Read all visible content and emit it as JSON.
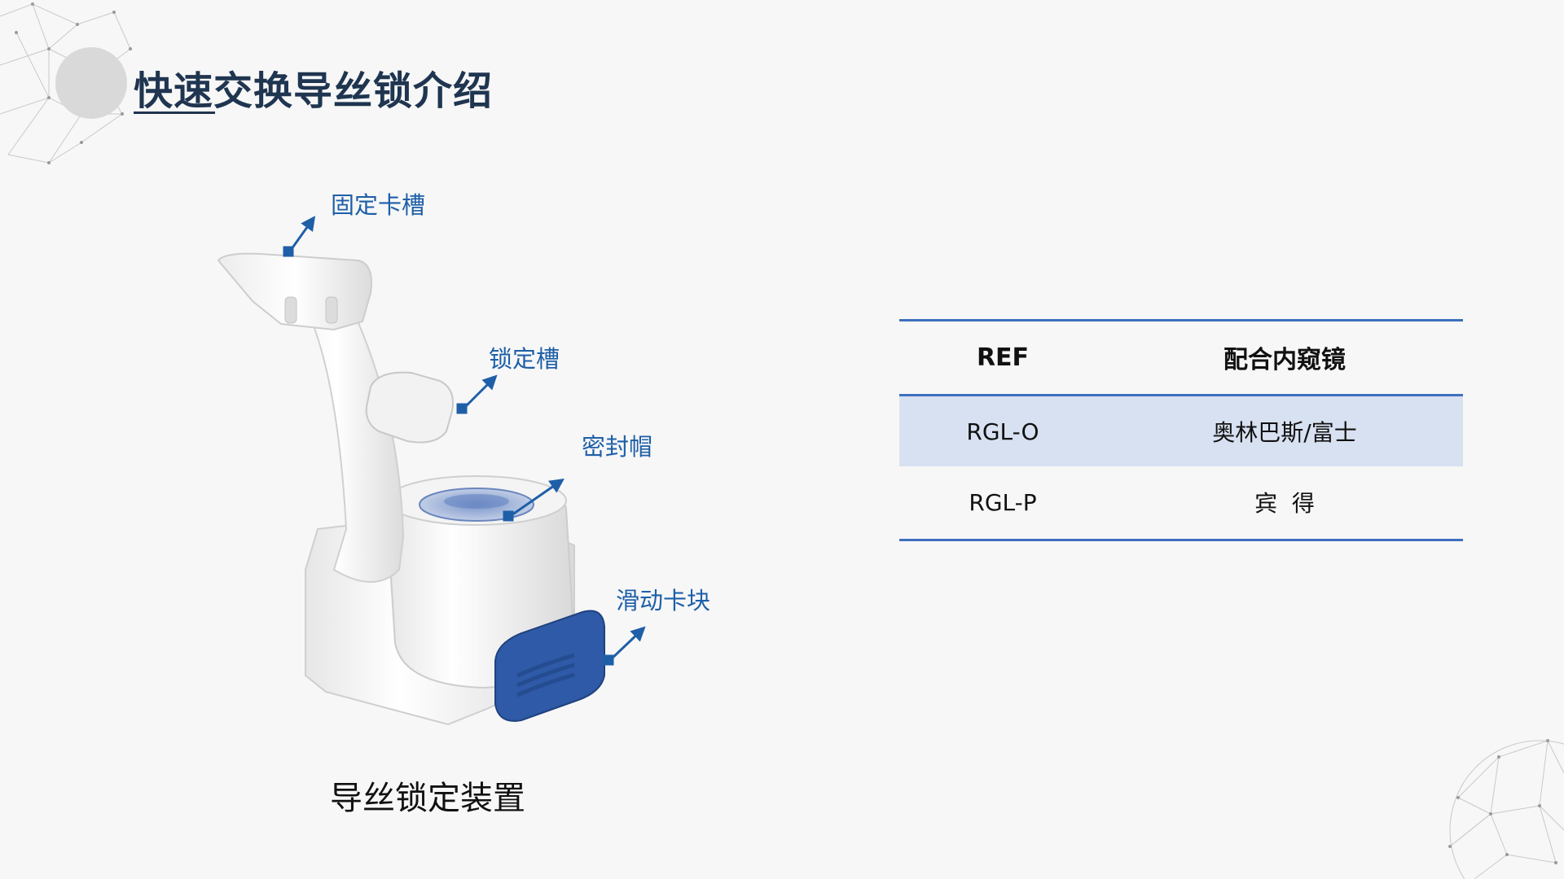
{
  "slide": {
    "title": "快速交换导丝锁介绍"
  },
  "diagram": {
    "callouts": [
      {
        "id": "fixed-slot",
        "label": "固定卡槽"
      },
      {
        "id": "lock-slot",
        "label": "锁定槽"
      },
      {
        "id": "seal-cap",
        "label": "密封帽"
      },
      {
        "id": "slide-block",
        "label": "滑动卡块"
      }
    ],
    "caption": "导丝锁定装置",
    "colors": {
      "accent": "#1e5fa8",
      "device_body": "#ffffff",
      "device_blue": "#2f5aa8"
    }
  },
  "table": {
    "headers": [
      "REF",
      "配合内窥镜"
    ],
    "rows": [
      [
        "RGL-O",
        "奥林巴斯/富士"
      ],
      [
        "RGL-P",
        "宾  得"
      ]
    ],
    "colors": {
      "rule": "#3f6fbe",
      "shaded_row": "#d8e1f1",
      "title": "#1f3550"
    }
  }
}
